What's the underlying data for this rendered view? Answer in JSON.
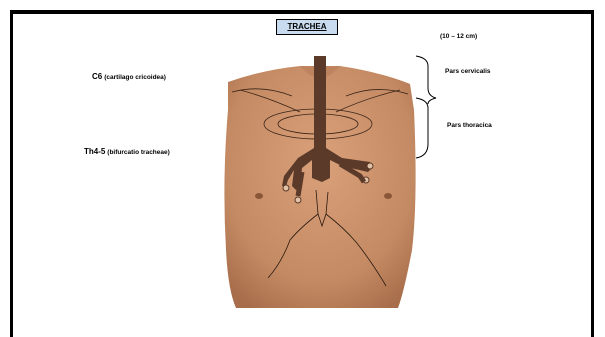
{
  "title": "TRACHEA",
  "length_note": "(10 – 12 cm)",
  "label_c6": {
    "level": "C6",
    "note": "(cartilago cricoidea)"
  },
  "label_th": {
    "level": "Th4-5",
    "note": "(bifurcatio tracheae)"
  },
  "label_cervicalis": "Pars cervicalis",
  "label_thoracica": "Pars thoracica",
  "colors": {
    "title_fill": "#c9dcef",
    "trachea": "#5b3a2a",
    "skin": "#c48a63",
    "frame": "#000000"
  }
}
